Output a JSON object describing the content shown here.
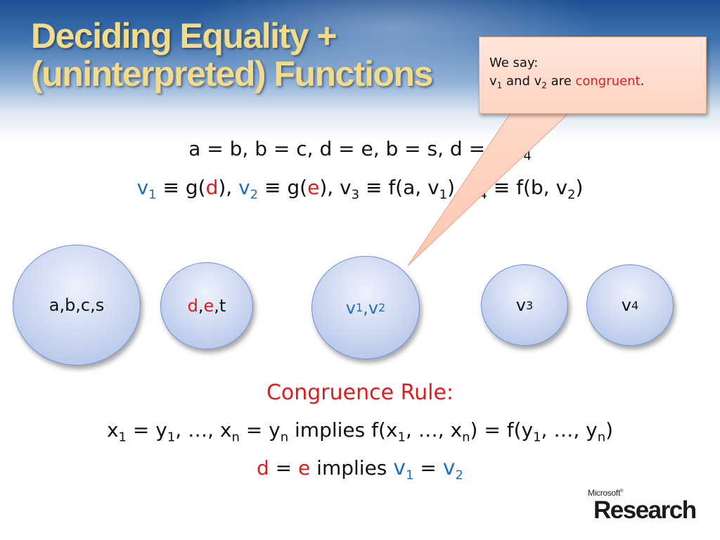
{
  "slide": {
    "title_line1": "Deciding Equality +",
    "title_line2": "(uninterpreted) Functions"
  },
  "equations": {
    "line1": {
      "text": "a = b, b = c, d = e, b = s, d = t, v",
      "v4_sub": "4"
    },
    "line2": {
      "v": "v",
      "sub1": "1",
      "equiv": " ≡ g(",
      "d": "d",
      "close_comma": "), ",
      "sub2": "2",
      "e": "e",
      "v3_part": "), v",
      "sub3": "3",
      "f_a": " ≡ f(a, v",
      "sub1b": "1",
      "mid": "), v",
      "sub4": "4",
      "f_b": " ≡ f(b, v",
      "sub2b": "2",
      "end": ")"
    }
  },
  "callout": {
    "line1": "We say:",
    "v": "v",
    "sub1": "1",
    "and_v": " and v",
    "sub2": "2",
    "are": " are ",
    "congruent": "congruent",
    "period": "."
  },
  "classes": {
    "c1": "a,b,c,s",
    "c2_d": "d",
    "c2_comma1": ",",
    "c2_e": "e",
    "c2_rest": ",t",
    "c3_v": "v",
    "c3_sub1": "1",
    "c3_comma": ",v",
    "c3_sub2": "2",
    "c4_v": "v",
    "c4_sub": "3",
    "c5_v": "v",
    "c5_sub": "4"
  },
  "rule": {
    "title": "Congruence Rule:",
    "line1": {
      "x": "x",
      "s1": "1",
      "eq_y": " = y",
      "s2": "1",
      "dots_x": ", …, x",
      "sn": "n",
      "eq_yn": " = y",
      "sn2": "n",
      "implies": " implies f(x",
      "s3": "1",
      "dots2": ", …, x",
      "sn3": "n",
      "eq_f": ") = f(y",
      "s4": "1",
      "dots3": ", …, y",
      "sn4": "n",
      "end": ")"
    },
    "line2": {
      "d": "d",
      "eq": " = ",
      "e": "e",
      "implies": " implies ",
      "v1": "v",
      "s1": "1",
      "eq2": " = ",
      "v2": "v",
      "s2": "2"
    }
  },
  "logo": {
    "small": "Microsoft",
    "tm": "®",
    "big": "Research"
  },
  "colors": {
    "title": "#f2dc8a",
    "blue": "#1e6fc4",
    "red": "#e01b1b",
    "callout_fill": "#ffd9c9",
    "circle_fill": "#c7d3ef"
  }
}
